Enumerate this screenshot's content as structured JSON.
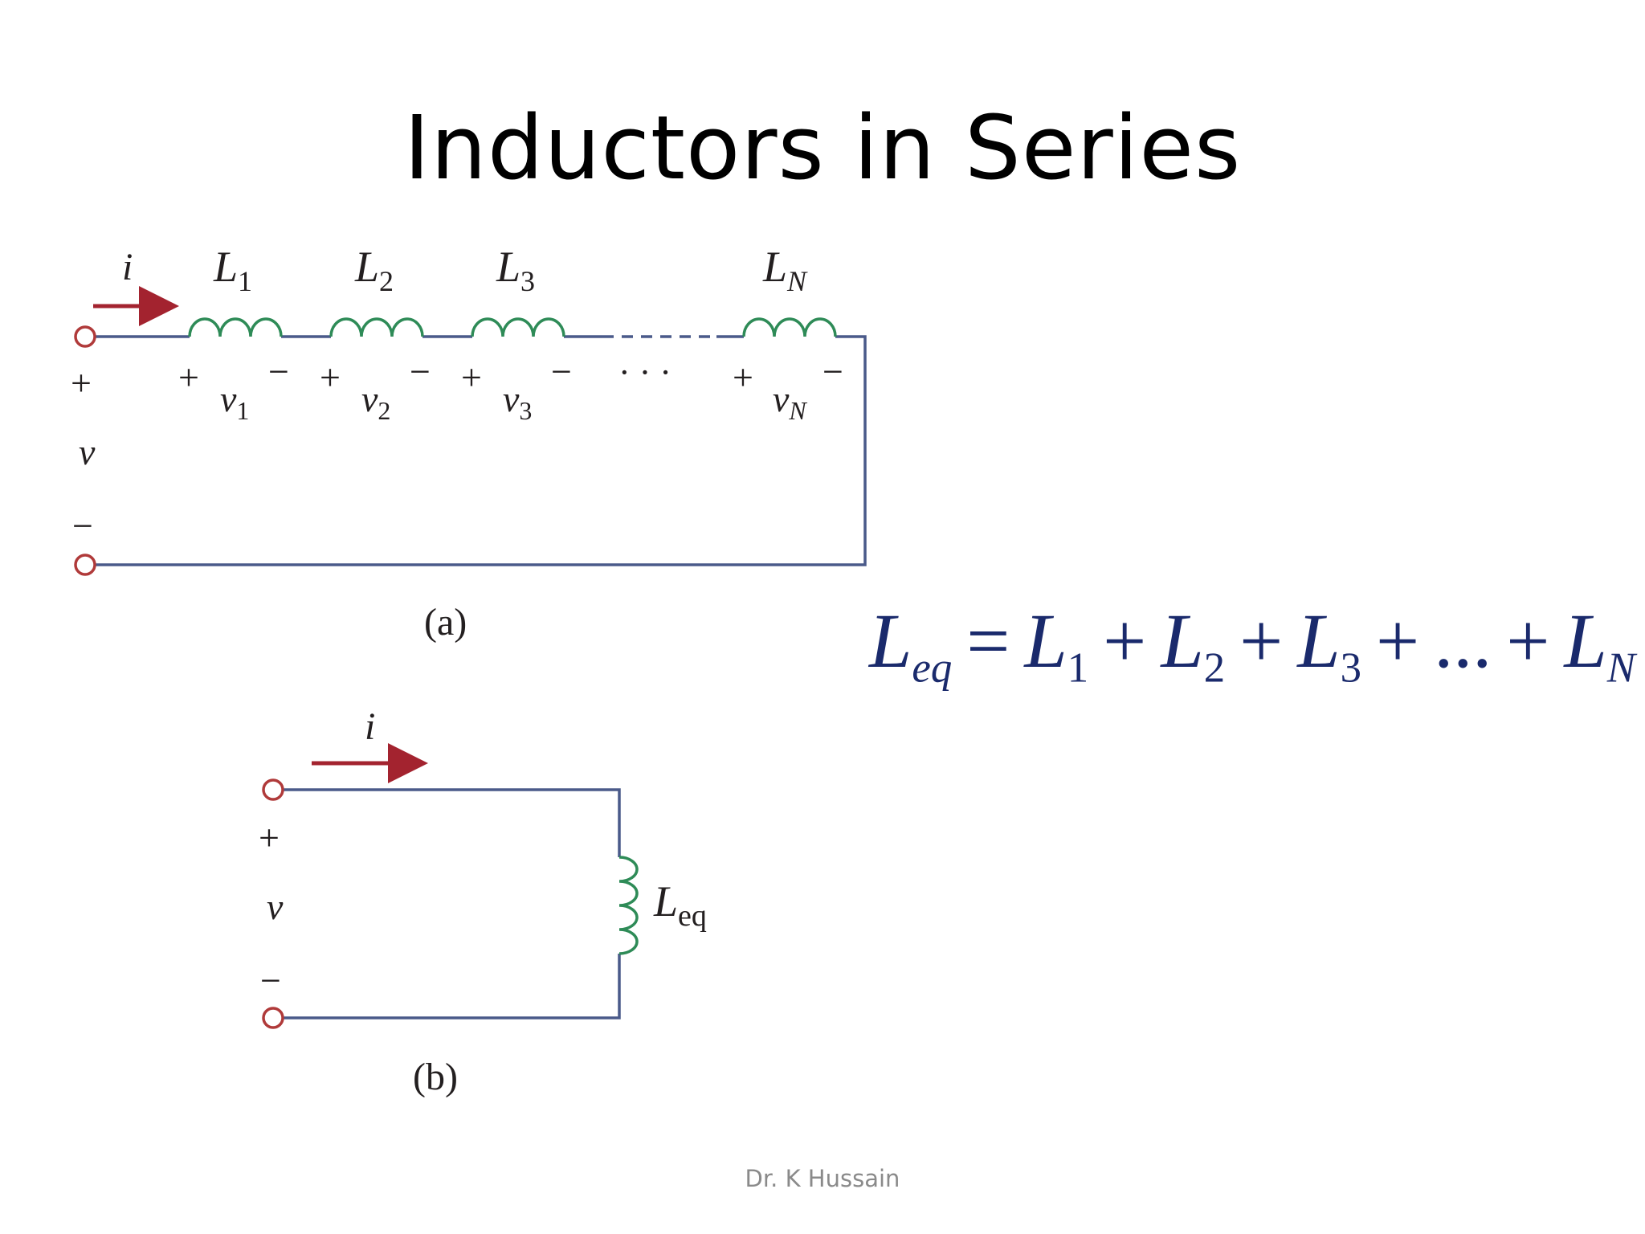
{
  "slide": {
    "title": "Inductors in Series",
    "footer": "Dr. K Hussain"
  },
  "circuit_a": {
    "caption": "(a)",
    "current_label": "i",
    "source_voltage": "v",
    "plus_sign": "+",
    "minus_sign": "−",
    "ellipsis": "· · ·",
    "inductors": [
      {
        "name": "L",
        "sub": "1",
        "voltage": "v",
        "vsub": "1"
      },
      {
        "name": "L",
        "sub": "2",
        "voltage": "v",
        "vsub": "2"
      },
      {
        "name": "L",
        "sub": "3",
        "voltage": "v",
        "vsub": "3"
      },
      {
        "name": "L",
        "sub": "N",
        "voltage": "v",
        "vsub": "N"
      }
    ]
  },
  "circuit_b": {
    "caption": "(b)",
    "current_label": "i",
    "source_voltage": "v",
    "plus_sign": "+",
    "minus_sign": "−",
    "inductor": {
      "name": "L",
      "sub": "eq"
    }
  },
  "equation": {
    "lhs": {
      "name": "L",
      "sub": "eq"
    },
    "equals": "=",
    "terms": [
      {
        "name": "L",
        "sub": "1"
      },
      {
        "name": "L",
        "sub": "2"
      },
      {
        "name": "L",
        "sub": "3"
      },
      {
        "name": "...",
        "sub": ""
      },
      {
        "name": "L",
        "sub": "N"
      }
    ],
    "plus": "+"
  },
  "colors": {
    "wire": "#4a5a8a",
    "coil": "#2e8b57",
    "arrow": "#a3232f",
    "terminal": "#b03a3a",
    "equation": "#1a2a6c"
  }
}
